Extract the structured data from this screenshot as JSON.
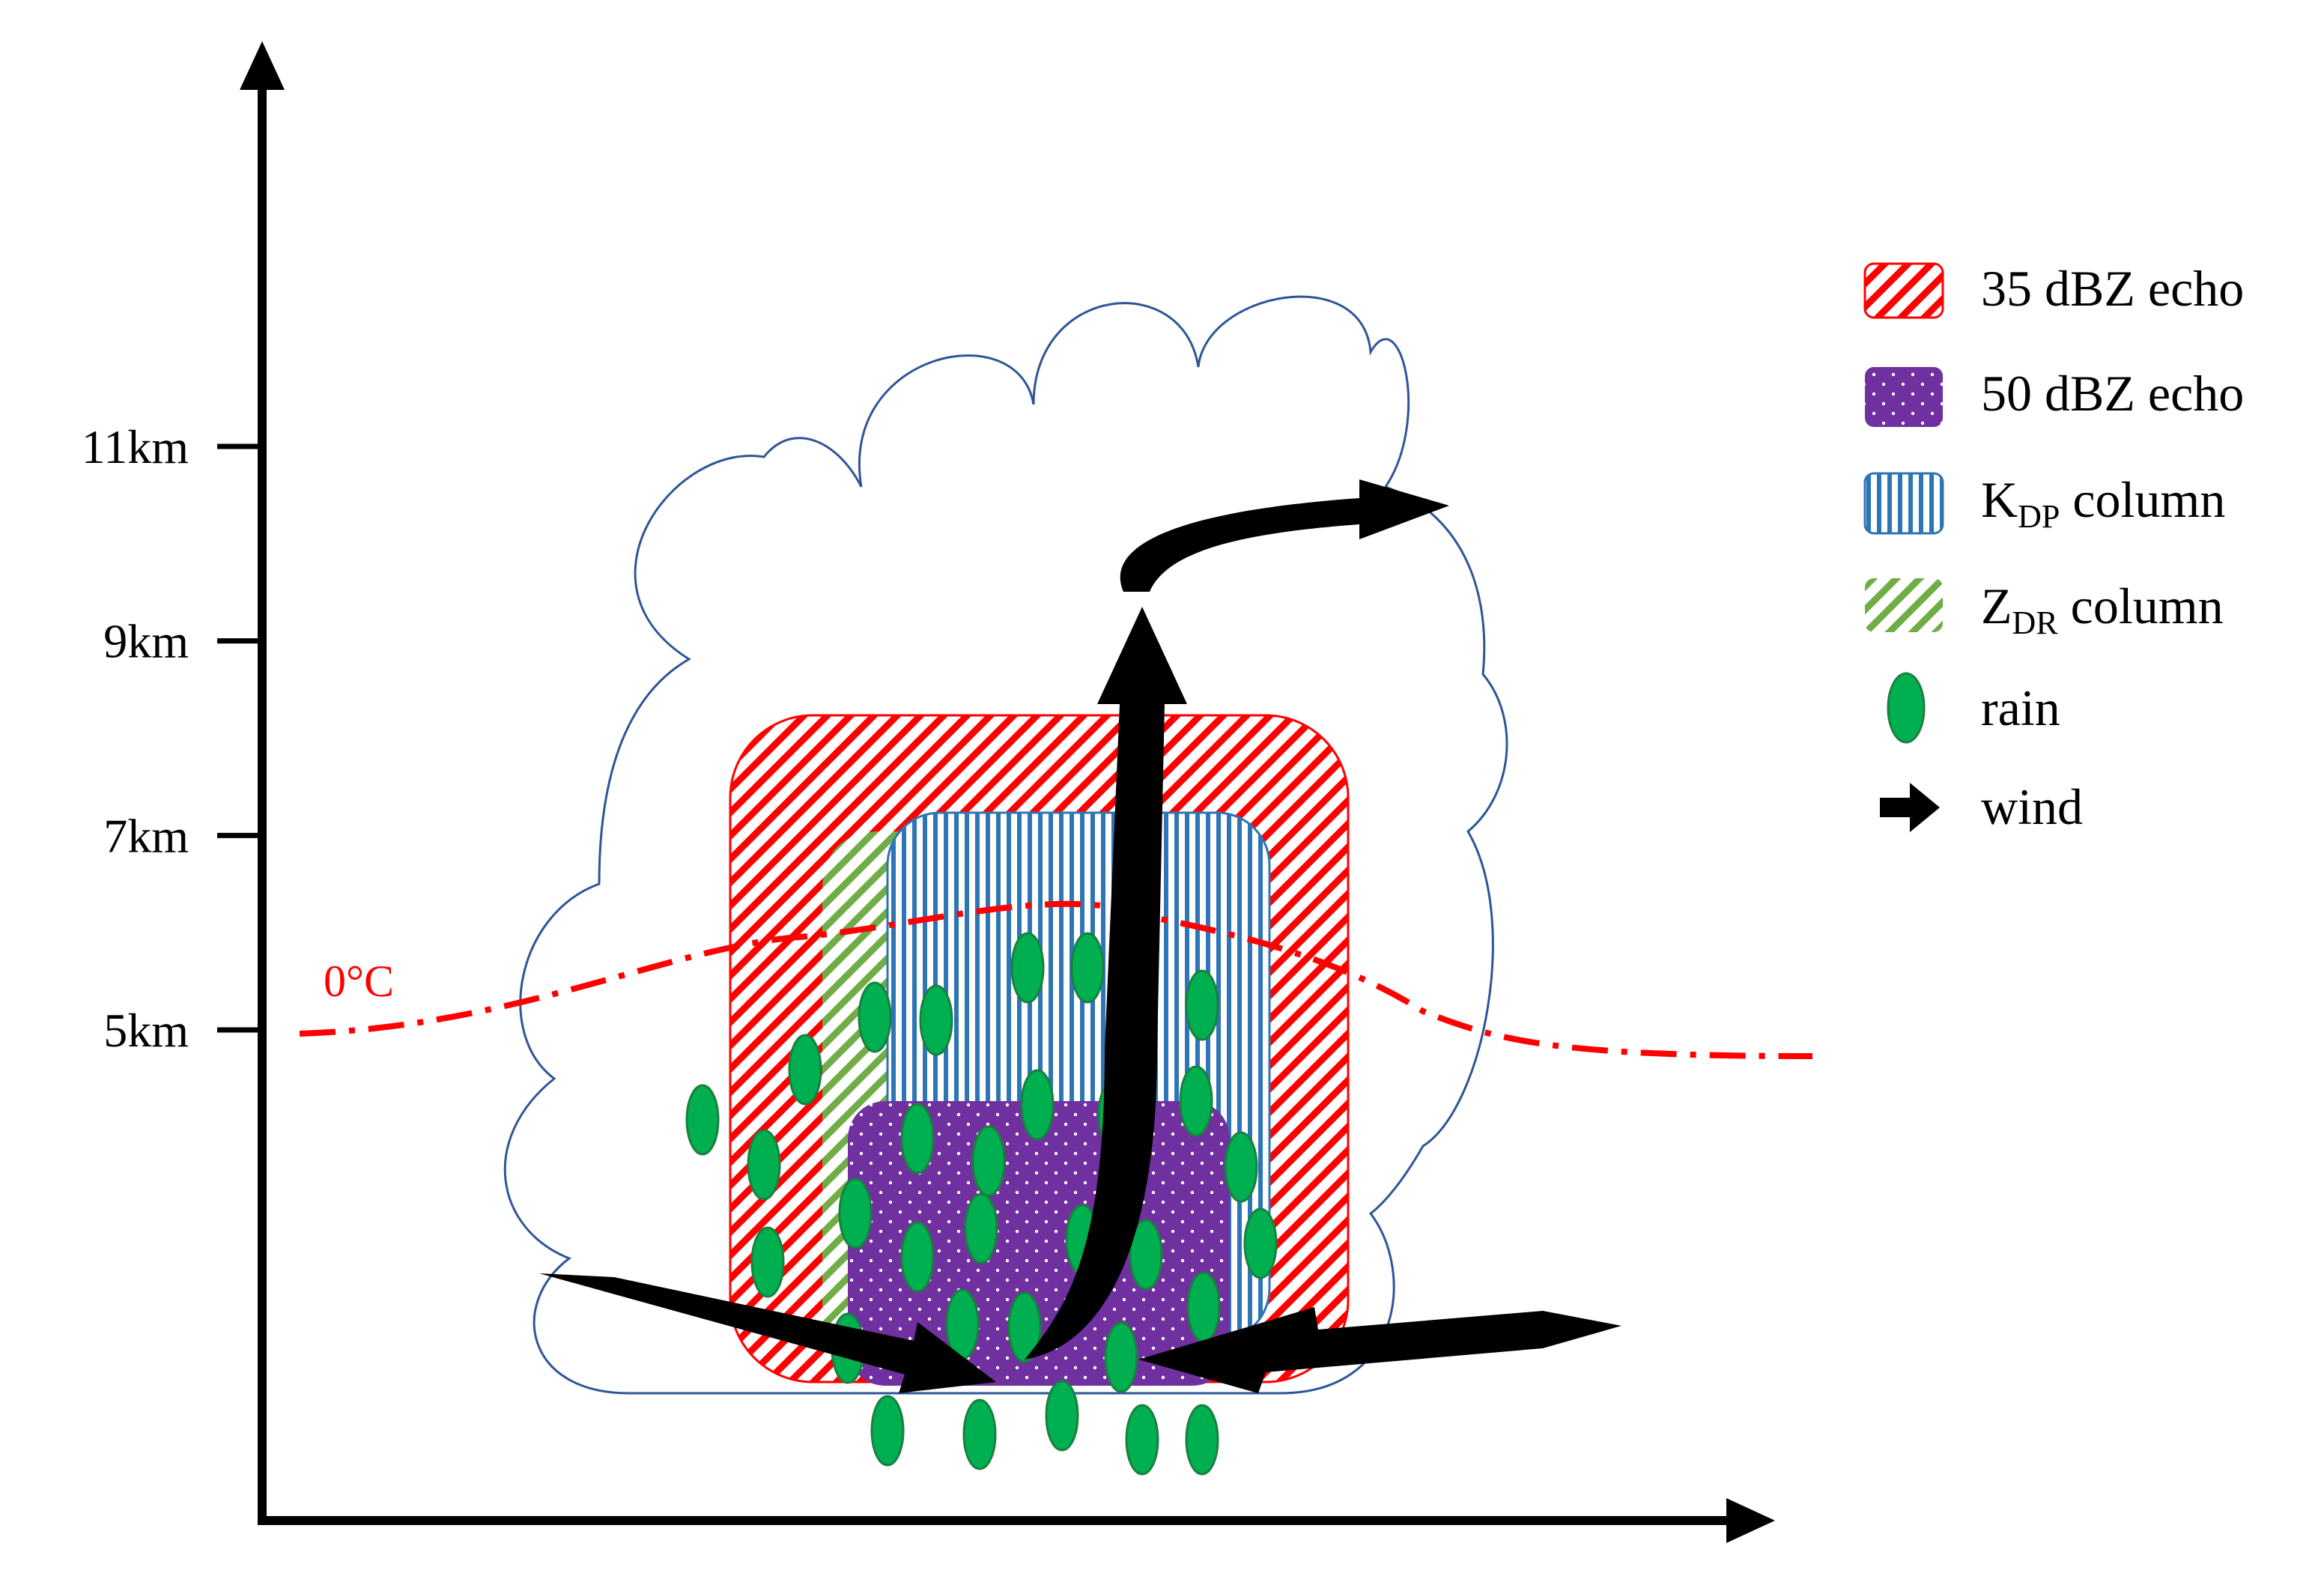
{
  "axes": {
    "y_ticks": [
      {
        "label": "11km",
        "value": 11
      },
      {
        "label": "9km",
        "value": 9
      },
      {
        "label": "7km",
        "value": 7
      },
      {
        "label": "5km",
        "value": 5
      }
    ]
  },
  "freezing_level": {
    "label": "0°C",
    "color": "#ff0000"
  },
  "legend": {
    "items": [
      {
        "id": "echo35",
        "icon": "red-diagonal-hatch-swatch",
        "label": "35 dBZ echo"
      },
      {
        "id": "echo50",
        "icon": "purple-dotted-swatch",
        "label": "50 dBZ echo"
      },
      {
        "id": "kdp",
        "icon": "blue-vertical-stripe-swatch",
        "main": "K",
        "sub": "DP",
        "rest": " column"
      },
      {
        "id": "zdr",
        "icon": "green-diagonal-hatch-swatch",
        "main": "Z",
        "sub": "DR",
        "rest": " column"
      },
      {
        "id": "rain",
        "icon": "green-ellipse-icon",
        "label": "rain"
      },
      {
        "id": "wind",
        "icon": "black-arrow-icon",
        "label": "wind"
      }
    ]
  },
  "colors": {
    "echo35": "#ff0000",
    "echo50": "#7030a0",
    "kdp": "#2e75b6",
    "zdr": "#70ad47",
    "rain": "#00b050",
    "wind": "#000000",
    "cloud_outline": "#2f5597"
  }
}
